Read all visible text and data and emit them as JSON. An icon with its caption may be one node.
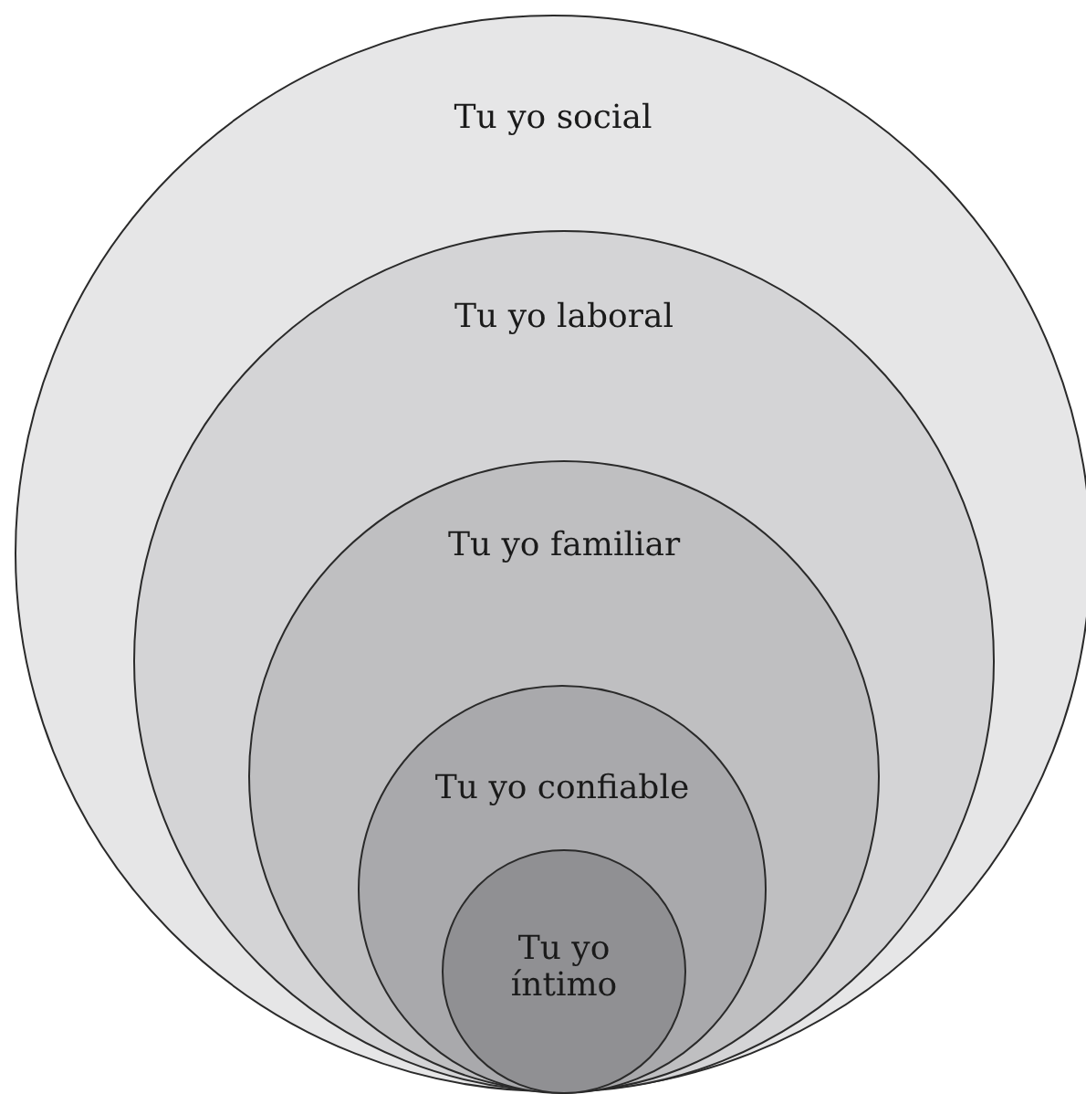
{
  "diagram": {
    "nodes": [
      {
        "text": [
          "Tu yo social"
        ]
      },
      {
        "text": [
          "Tu yo laboral"
        ],
        "in": 0
      },
      {
        "text": [
          "Tu yo familiar"
        ],
        "in": 1
      },
      {
        "text": [
          "Tu yo confiable"
        ],
        "in": 2
      },
      {
        "text": [
          "Tu yo íntimo"
        ],
        "in": 3
      }
    ]
  }
}
